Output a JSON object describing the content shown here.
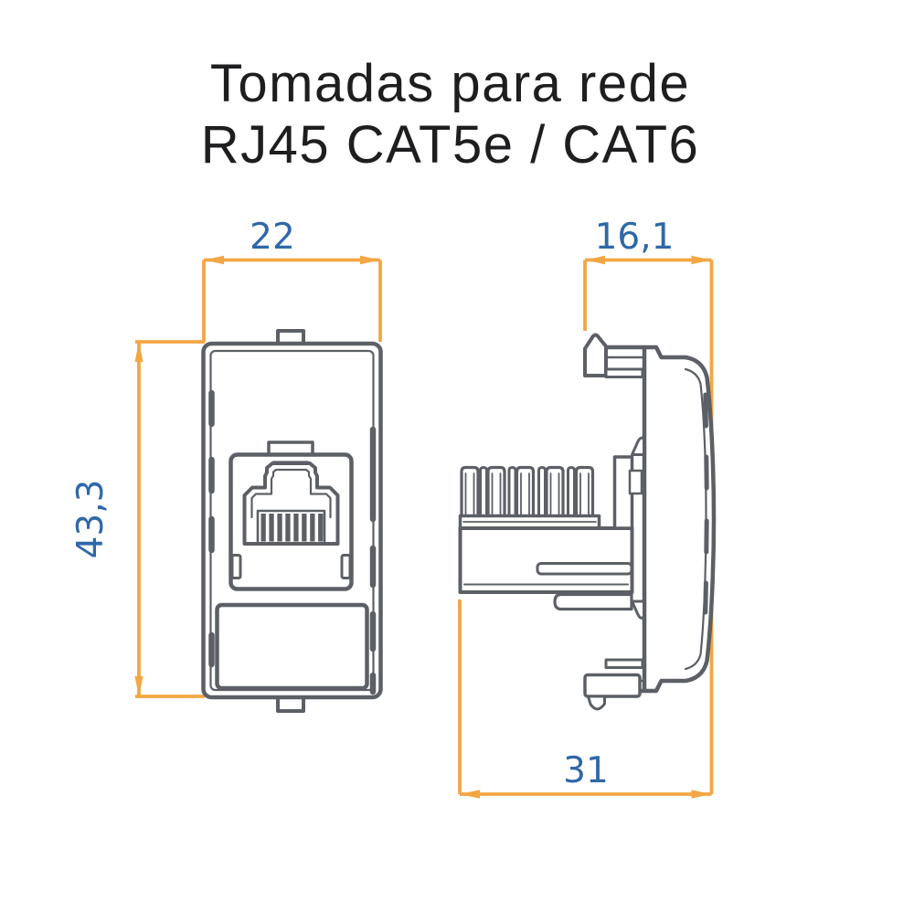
{
  "title": {
    "line1": "Tomadas para rede",
    "line2": "RJ45 CAT5e / CAT6"
  },
  "views": {
    "front": {
      "description": "front view of RJ45 socket module",
      "dimensions": {
        "width": "22",
        "height": "43,3"
      }
    },
    "side": {
      "description": "side profile view of RJ45 socket module",
      "dimensions": {
        "depth_top": "16,1",
        "depth_total": "31"
      }
    }
  },
  "colors": {
    "background": "#FFFFFF",
    "title_text": "#1E1E20",
    "outline": "#5C6066",
    "pin_fill": "#5C6066",
    "dimension_line": "#F3A644",
    "dimension_text": "#2F68A8"
  }
}
